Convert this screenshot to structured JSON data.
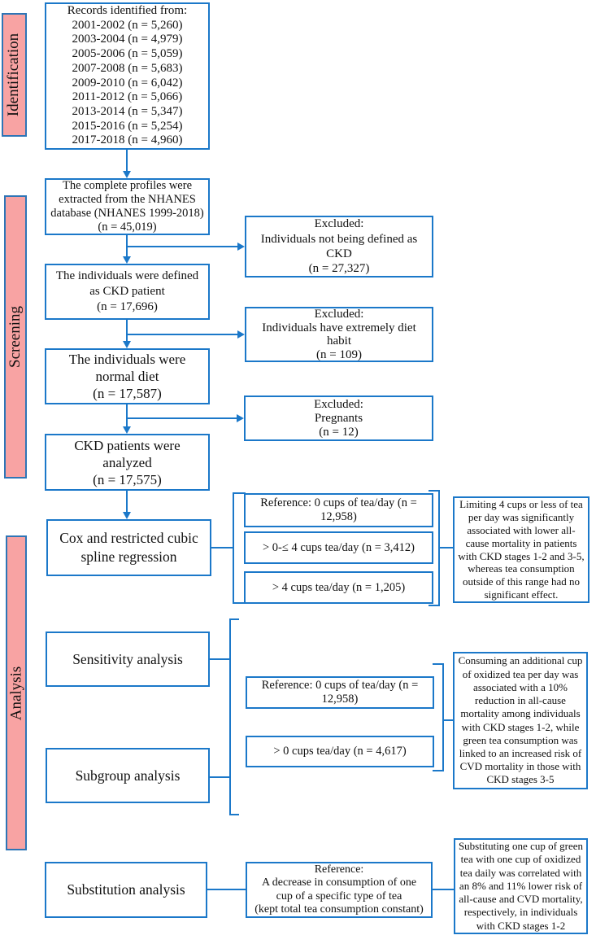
{
  "colors": {
    "accent_blue": "#1b78c9",
    "label_pink": "#f8a3a3",
    "label_border": "#2e75b6"
  },
  "sidebar": {
    "identification": "Identification",
    "screening": "Screening",
    "analysis": "Analysis"
  },
  "flow": {
    "records": "Records identified from:\n2001-2002 (n = 5,260)\n2003-2004 (n = 4,979)\n2005-2006 (n = 5,059)\n2007-2008 (n = 5,683)\n2009-2010 (n = 6,042)\n2011-2012 (n = 5,066)\n2013-2014 (n = 5,347)\n2015-2016 (n = 5,254)\n2017-2018 (n = 4,960)",
    "profiles": "The complete profiles were\nextracted from the NHANES\ndatabase (NHANES 1999-2018)\n(n = 45,019)",
    "ckd_defined": "The individuals were defined\nas CKD patient\n(n = 17,696)",
    "normal_diet": "The individuals were\nnormal diet\n(n = 17,587)",
    "ckd_analyzed": "CKD patients were\nanalyzed\n(n = 17,575)",
    "cox": "Cox and restricted cubic\nspline regression",
    "sensitivity": "Sensitivity analysis",
    "subgroup": "Subgroup analysis",
    "substitution": "Substitution analysis"
  },
  "excluded": {
    "not_ckd": "Excluded:\nIndividuals not being defined as\nCKD\n(n = 27,327)",
    "diet_habit": "Excluded:\nIndividuals have extremely diet\nhabit\n(n = 109)",
    "pregnants": "Excluded:\nPregnants\n(n = 12)"
  },
  "cox_groups": {
    "reference": "Reference: 0 cups of tea/day (n =\n12,958)",
    "low": "> 0-≤ 4 cups tea/day (n = 3,412)",
    "high": "> 4 cups tea/day (n = 1,205)"
  },
  "subgroup_groups": {
    "reference": "Reference: 0 cups of tea/day (n =\n12,958)",
    "any": "> 0 cups tea/day (n = 4,617)"
  },
  "substitution_reference": "Reference:\nA decrease in consumption of one\ncup of a specific type of tea\n(kept total tea consumption constant)",
  "findings": {
    "cox": "Limiting 4 cups or less of tea\nper day was significantly\nassociated with lower all-\ncause mortality in patients\nwith CKD stages 1-2 and 3-5,\nwhereas tea consumption\noutside of this range had no\nsignificant effect.",
    "subgroup": "Consuming an additional cup\nof oxidized tea per day was\nassociated with a 10%\nreduction in all-cause\nmortality among individuals\nwith CKD stages 1-2, while\ngreen tea consumption was\nlinked to an increased risk of\nCVD mortality in those with\nCKD stages 3-5",
    "substitution": "Substituting one cup of green\ntea with one cup of oxidized\ntea daily was correlated with\nan 8% and 11% lower risk of\nall-cause and CVD mortality,\nrespectively, in individuals\nwith CKD stages 1-2"
  }
}
